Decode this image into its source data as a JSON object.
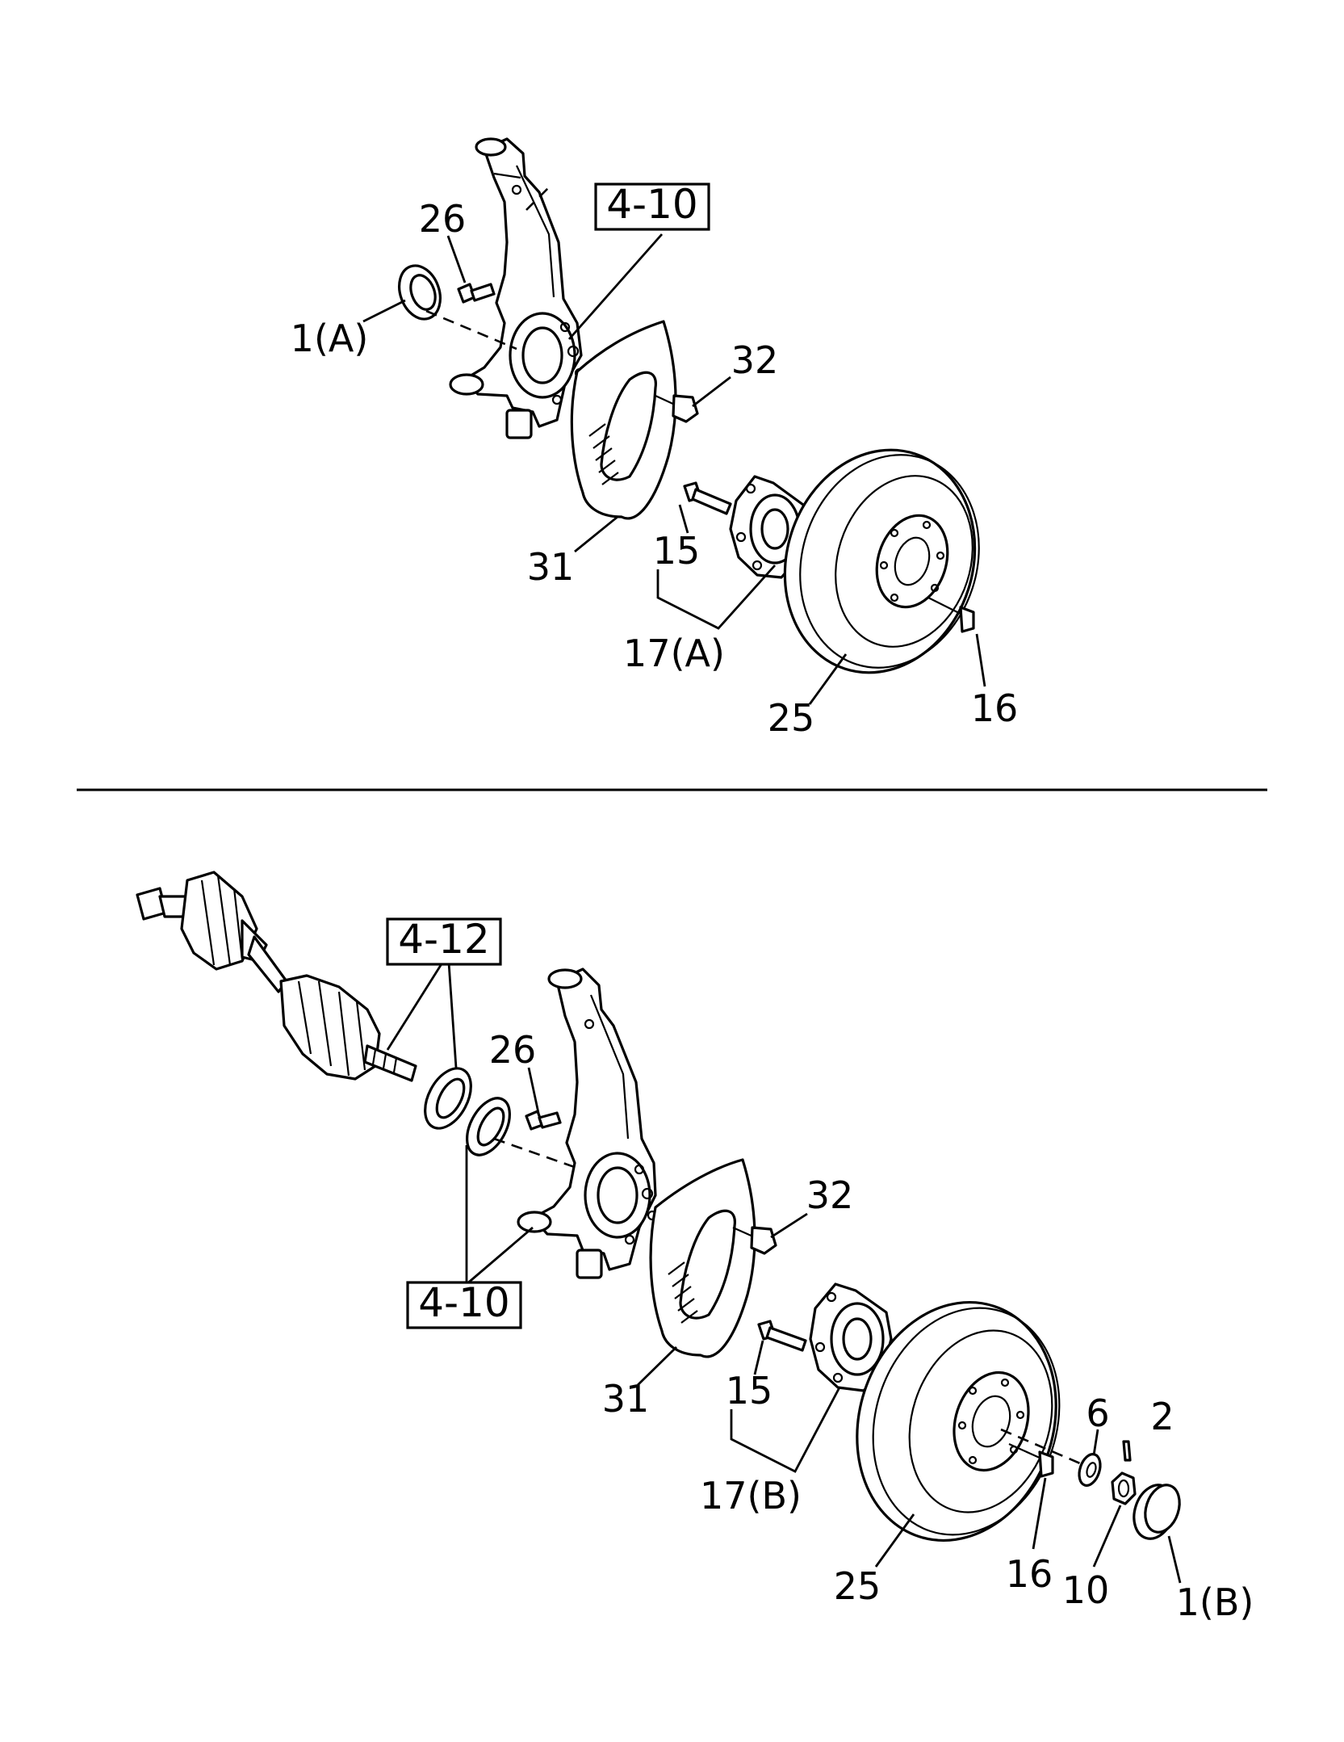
{
  "top_section": {
    "reference_box": "4-10",
    "labels": {
      "p26": "26",
      "p1a": "1(A)",
      "p32": "32",
      "p31": "31",
      "p15": "15",
      "p17a": "17(A)",
      "p25": "25",
      "p16": "16"
    }
  },
  "bottom_section": {
    "reference_box_upper": "4-12",
    "reference_box_lower": "4-10",
    "labels": {
      "p26": "26",
      "p32": "32",
      "p31": "31",
      "p15": "15",
      "p17b": "17(B)",
      "p25": "25",
      "p16": "16",
      "p6": "6",
      "p2": "2",
      "p10": "10",
      "p1b": "1(B)"
    }
  }
}
